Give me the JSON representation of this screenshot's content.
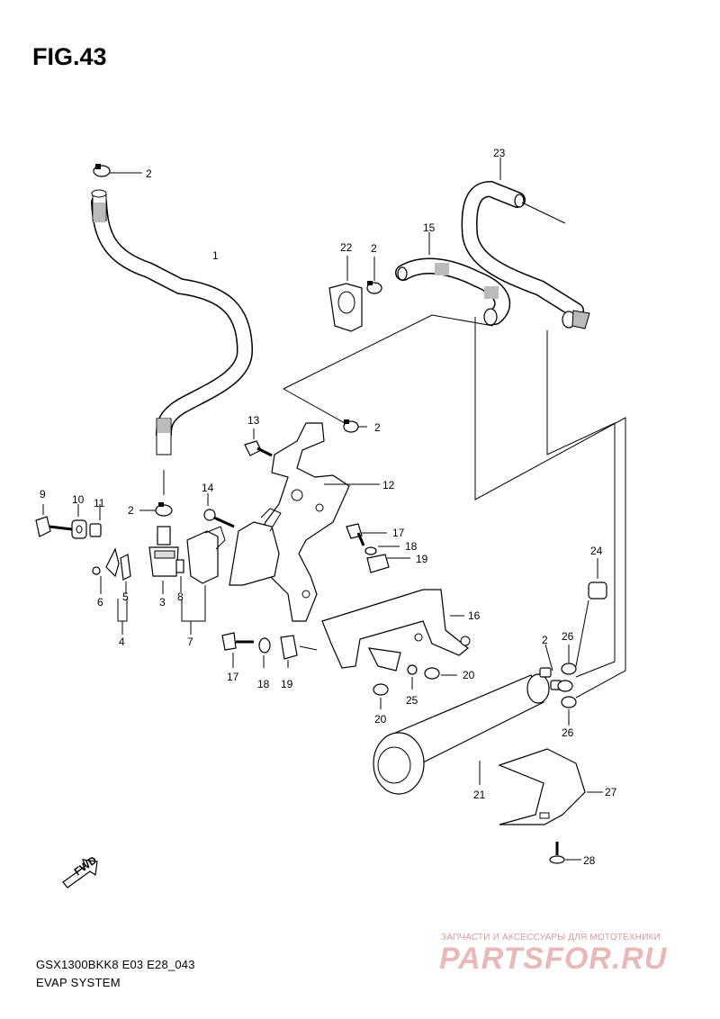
{
  "figure": {
    "title": "FIG.43",
    "model_code": "GSX1300BKK8 E03 E28_043",
    "section_title": "EVAP SYSTEM"
  },
  "fwd_label": "FWD",
  "callouts": {
    "c1": "1",
    "c2a": "2",
    "c2b": "2",
    "c2c": "2",
    "c2d": "2",
    "c2e": "2",
    "c3": "3",
    "c4": "4",
    "c5": "5",
    "c6": "6",
    "c7": "7",
    "c8": "8",
    "c9": "9",
    "c10": "10",
    "c11": "11",
    "c12": "12",
    "c13": "13",
    "c14": "14",
    "c15": "15",
    "c16": "16",
    "c17a": "17",
    "c17b": "17",
    "c18a": "18",
    "c18b": "18",
    "c19a": "19",
    "c19b": "19",
    "c20a": "20",
    "c20b": "20",
    "c21": "21",
    "c22": "22",
    "c23": "23",
    "c24": "24",
    "c25": "25",
    "c26a": "26",
    "c26b": "26",
    "c27": "27",
    "c28": "28"
  },
  "watermark": {
    "tagline": "ЗАПЧАСТИ И АКСЕССУАРЫ ДЛЯ МОТОТЕХНИКИ",
    "logo": "PARTSFOR.RU"
  }
}
